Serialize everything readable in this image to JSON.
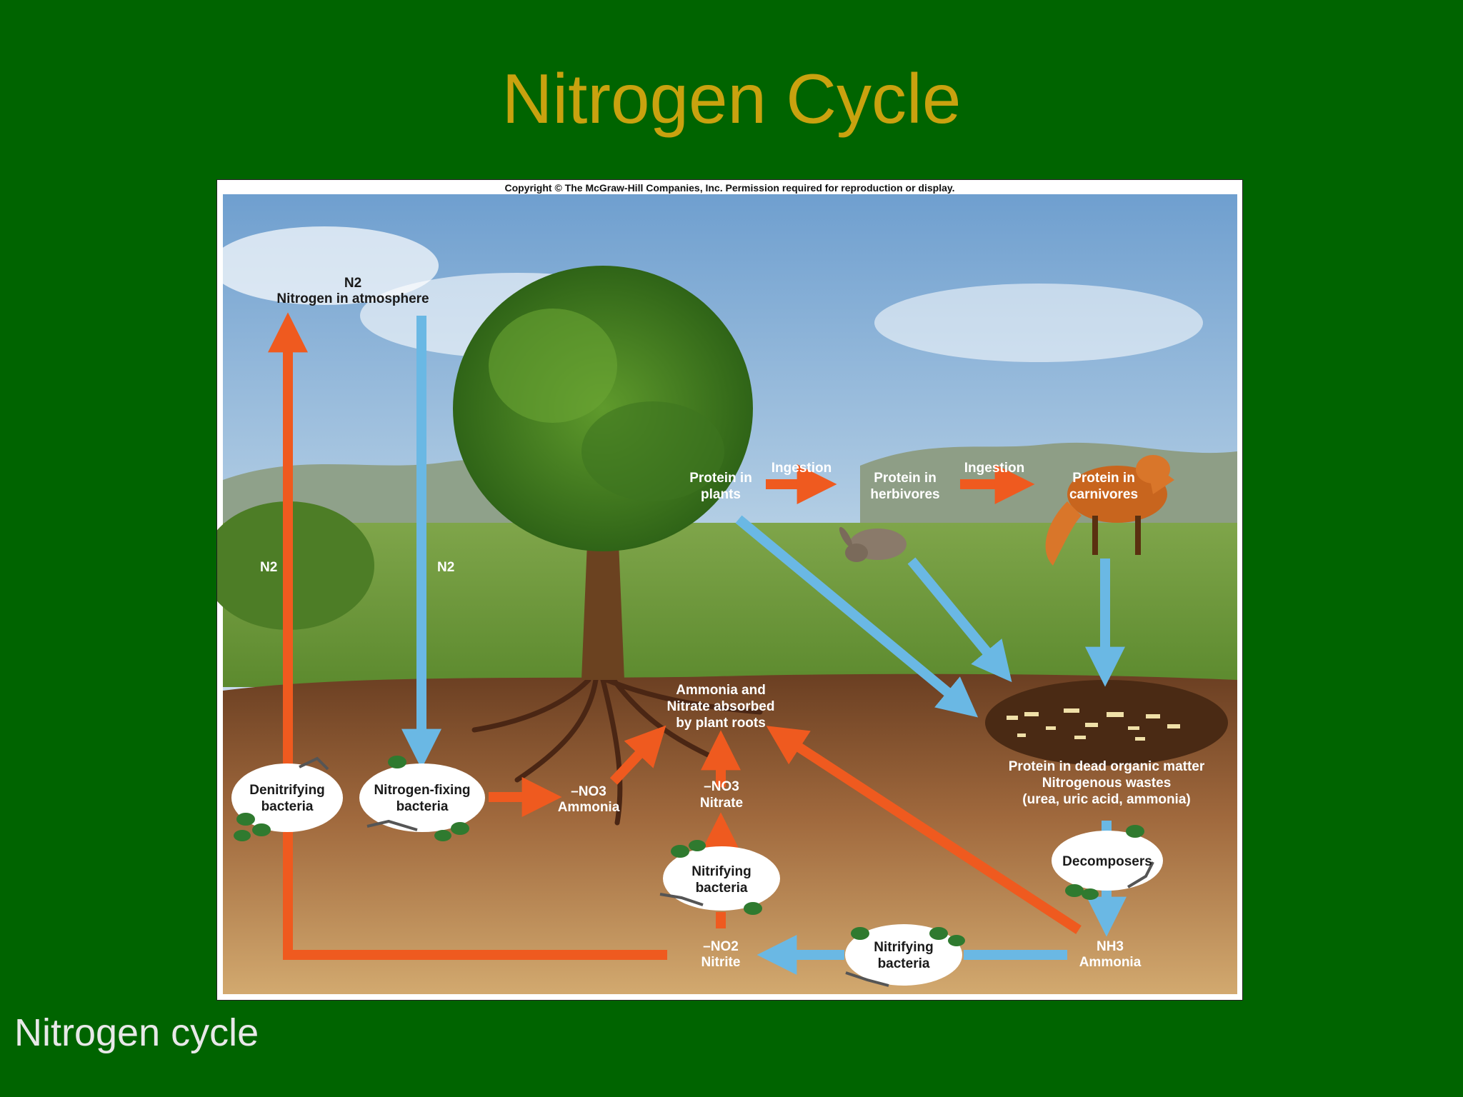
{
  "slide": {
    "title": "Nitrogen Cycle",
    "caption": "Nitrogen cycle"
  },
  "figure": {
    "copyright": "Copyright © The McGraw-Hill Companies, Inc. Permission required for reproduction or display.",
    "atmosphere": {
      "formula": "N2",
      "label": "Nitrogen in atmosphere"
    },
    "n2_left": "N2",
    "n2_right": "N2",
    "denitrifying": {
      "line1": "Denitrifying",
      "line2": "bacteria"
    },
    "nitrogen_fixing": {
      "line1": "Nitrogen-fixing",
      "line2": "bacteria"
    },
    "no3_ammonia": {
      "formula": "–NO3",
      "label": "Ammonia"
    },
    "no3_nitrate": {
      "formula": "–NO3",
      "label": "Nitrate"
    },
    "absorbed": {
      "line1": "Ammonia and",
      "line2": "Nitrate absorbed",
      "line3": "by plant roots"
    },
    "plants": {
      "line1": "Protein in",
      "line2": "plants"
    },
    "herbivores": {
      "line1": "Protein in",
      "line2": "herbivores"
    },
    "carnivores": {
      "line1": "Protein in",
      "line2": "carnivores"
    },
    "ingestion_1": "Ingestion",
    "ingestion_2": "Ingestion",
    "dead_matter": {
      "line1": "Protein in dead organic matter",
      "line2": "Nitrogenous wastes",
      "line3": "(urea, uric acid, ammonia)"
    },
    "decomposers": "Decomposers",
    "nitrifying_upper": {
      "line1": "Nitrifying",
      "line2": "bacteria"
    },
    "nitrifying_lower": {
      "line1": "Nitrifying",
      "line2": "bacteria"
    },
    "no2_nitrite": {
      "formula": "–NO2",
      "label": "Nitrite"
    },
    "nh3_ammonia": {
      "formula": "NH3",
      "label": "Ammonia"
    },
    "colors": {
      "orange_arrow": "#ef5a1f",
      "blue_arrow": "#6ab8e4",
      "slide_bg": "#006400",
      "title": "#c9a20f"
    }
  }
}
